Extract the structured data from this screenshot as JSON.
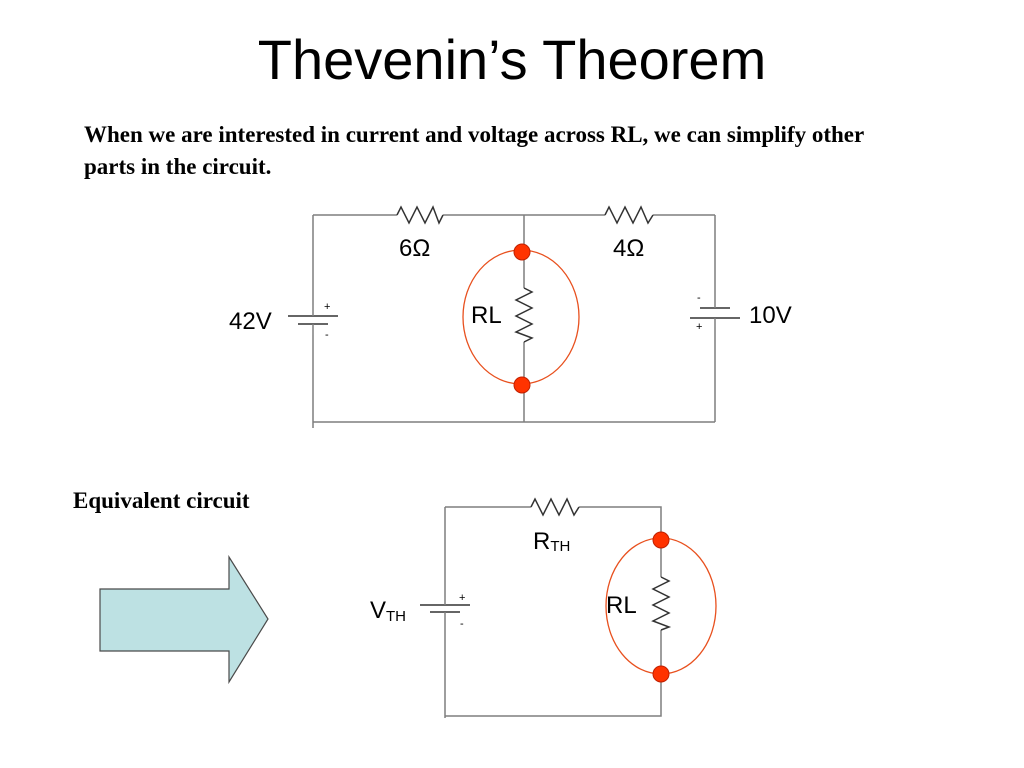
{
  "slide": {
    "title": "Thevenin’s Theorem",
    "intro": "When we are interested in current and voltage across RL, we can simplify other parts in the circuit.",
    "equivalent_label": "Equivalent circuit"
  },
  "circuit1": {
    "r1_label": "6Ω",
    "r2_label": "4Ω",
    "rl_label": "RL",
    "source_left": "42V",
    "source_right": "10V",
    "plus": "+",
    "minus": "-"
  },
  "circuit2": {
    "rth_main": "R",
    "rth_sub": "TH",
    "vth_main": "V",
    "vth_sub": "TH",
    "rl_label": "RL"
  },
  "colors": {
    "wire": "#7f7f7f",
    "node": "#ff3300",
    "ellipse": "#e8501e",
    "arrow_fill": "#bde1e3",
    "arrow_stroke": "#4a4a4a"
  }
}
